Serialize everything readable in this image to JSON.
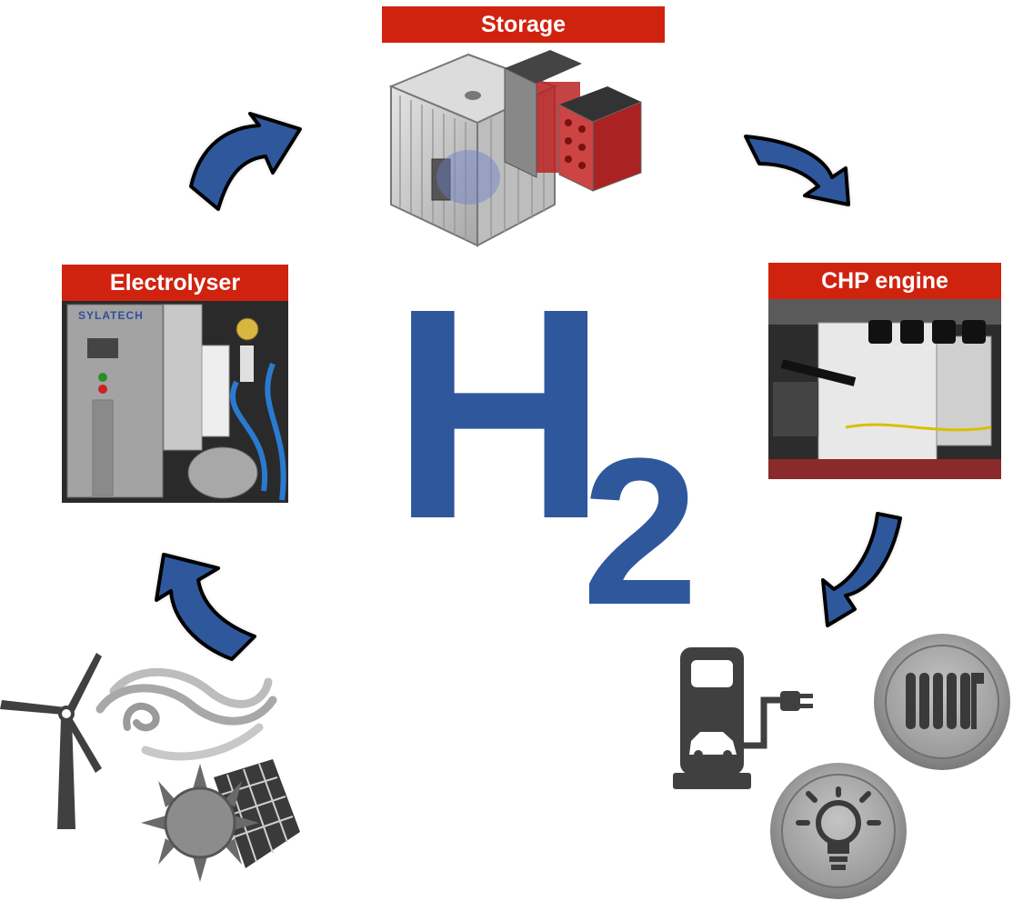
{
  "labels": {
    "storage": "Storage",
    "electrolyser": "Electrolyser",
    "chp": "CHP engine"
  },
  "center": {
    "letter": "H",
    "subscript": "2"
  },
  "electrolyser_brand": "SYLATECH",
  "colors": {
    "label_red": "#d0230f",
    "arrow_blue": "#2f579c",
    "h2_blue": "#2f579c",
    "icon_dark": "#404040",
    "icon_grey": "#8c8c8c"
  },
  "icons": [
    "storage-container-icon",
    "electrolyser-photo",
    "chp-engine-photo",
    "wind-turbine-icon",
    "wind-waves-icon",
    "sun-icon",
    "solar-panel-icon",
    "ev-charger-icon",
    "radiator-icon",
    "lightbulb-icon",
    "flow-arrow-icon"
  ]
}
